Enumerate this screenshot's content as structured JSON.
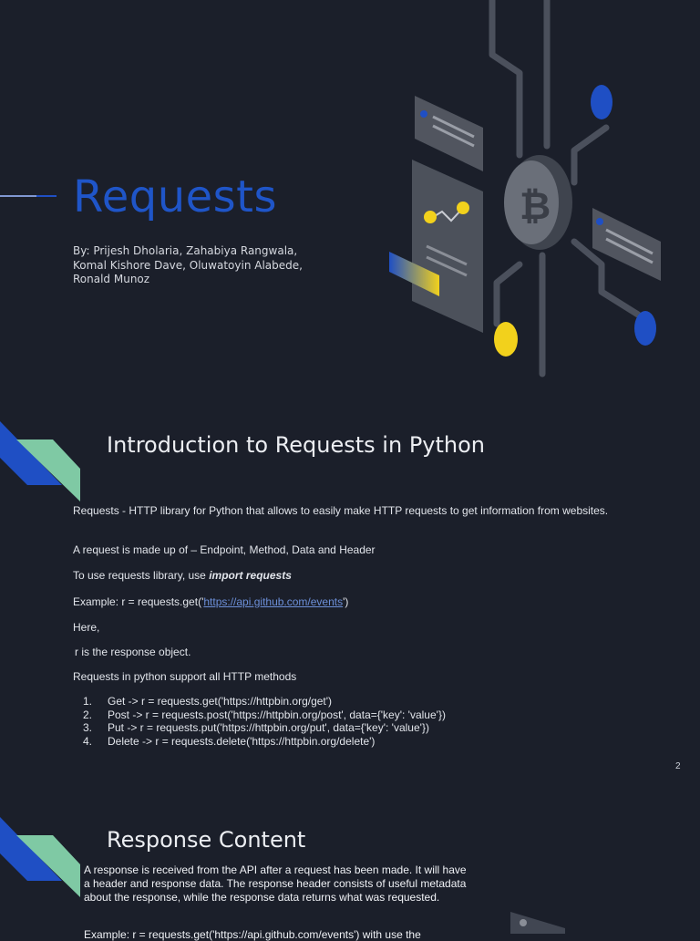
{
  "slide1": {
    "title": "Requests",
    "authors": "By: Prijesh Dholaria, Zahabiya Rangwala, Komal Kishore Dave, Oluwatoyin Alabede, Ronald Munoz"
  },
  "slide2": {
    "title": "Introduction to Requests in Python",
    "definition": "Requests -  HTTP library for Python that allows to easily make HTTP requests to get information from websites.",
    "made_up_of": "A request is made up of – Endpoint,  Method,  Data and Header",
    "use_prefix": "To use requests library, use ",
    "use_code": "import requests",
    "example_prefix": "Example:  r = requests.get('",
    "example_link": "https://api.github.com/events",
    "example_suffix": "')",
    "here": "Here,",
    "r_is": "r is the response object.",
    "support": "Requests in python support all HTTP methods",
    "methods": [
      {
        "num": "1.",
        "text": "Get -> r = requests.get('https://httpbin.org/get')"
      },
      {
        "num": "2.",
        "text": "Post -> r = requests.post('https://httpbin.org/post', data={'key': 'value'})"
      },
      {
        "num": "3.",
        "text": "Put  -> r = requests.put('https://httpbin.org/put', data={'key': 'value'})"
      },
      {
        "num": "4.",
        "text": "Delete -> r = requests.delete('https://httpbin.org/delete')"
      }
    ],
    "page_number": "2"
  },
  "slide3": {
    "title": "Response Content",
    "body": "A response is received from the API after a request has been made. It will have a header and response data. The response header consists of useful metadata about the response, while the response data returns what was requested.",
    "example_partial": "Example:  r = requests.get('https://api.github.com/events') with use the"
  },
  "colors": {
    "background": "#1b1f2a",
    "title_blue": "#1f55c8",
    "accent_blue": "#1f4fc4",
    "accent_green": "#7fc9a4",
    "accent_yellow": "#f2d11c",
    "link": "#6c8fd8"
  },
  "icons": [
    "bitcoin-icon",
    "circuit-decoration",
    "chevron-accent-decoration"
  ]
}
